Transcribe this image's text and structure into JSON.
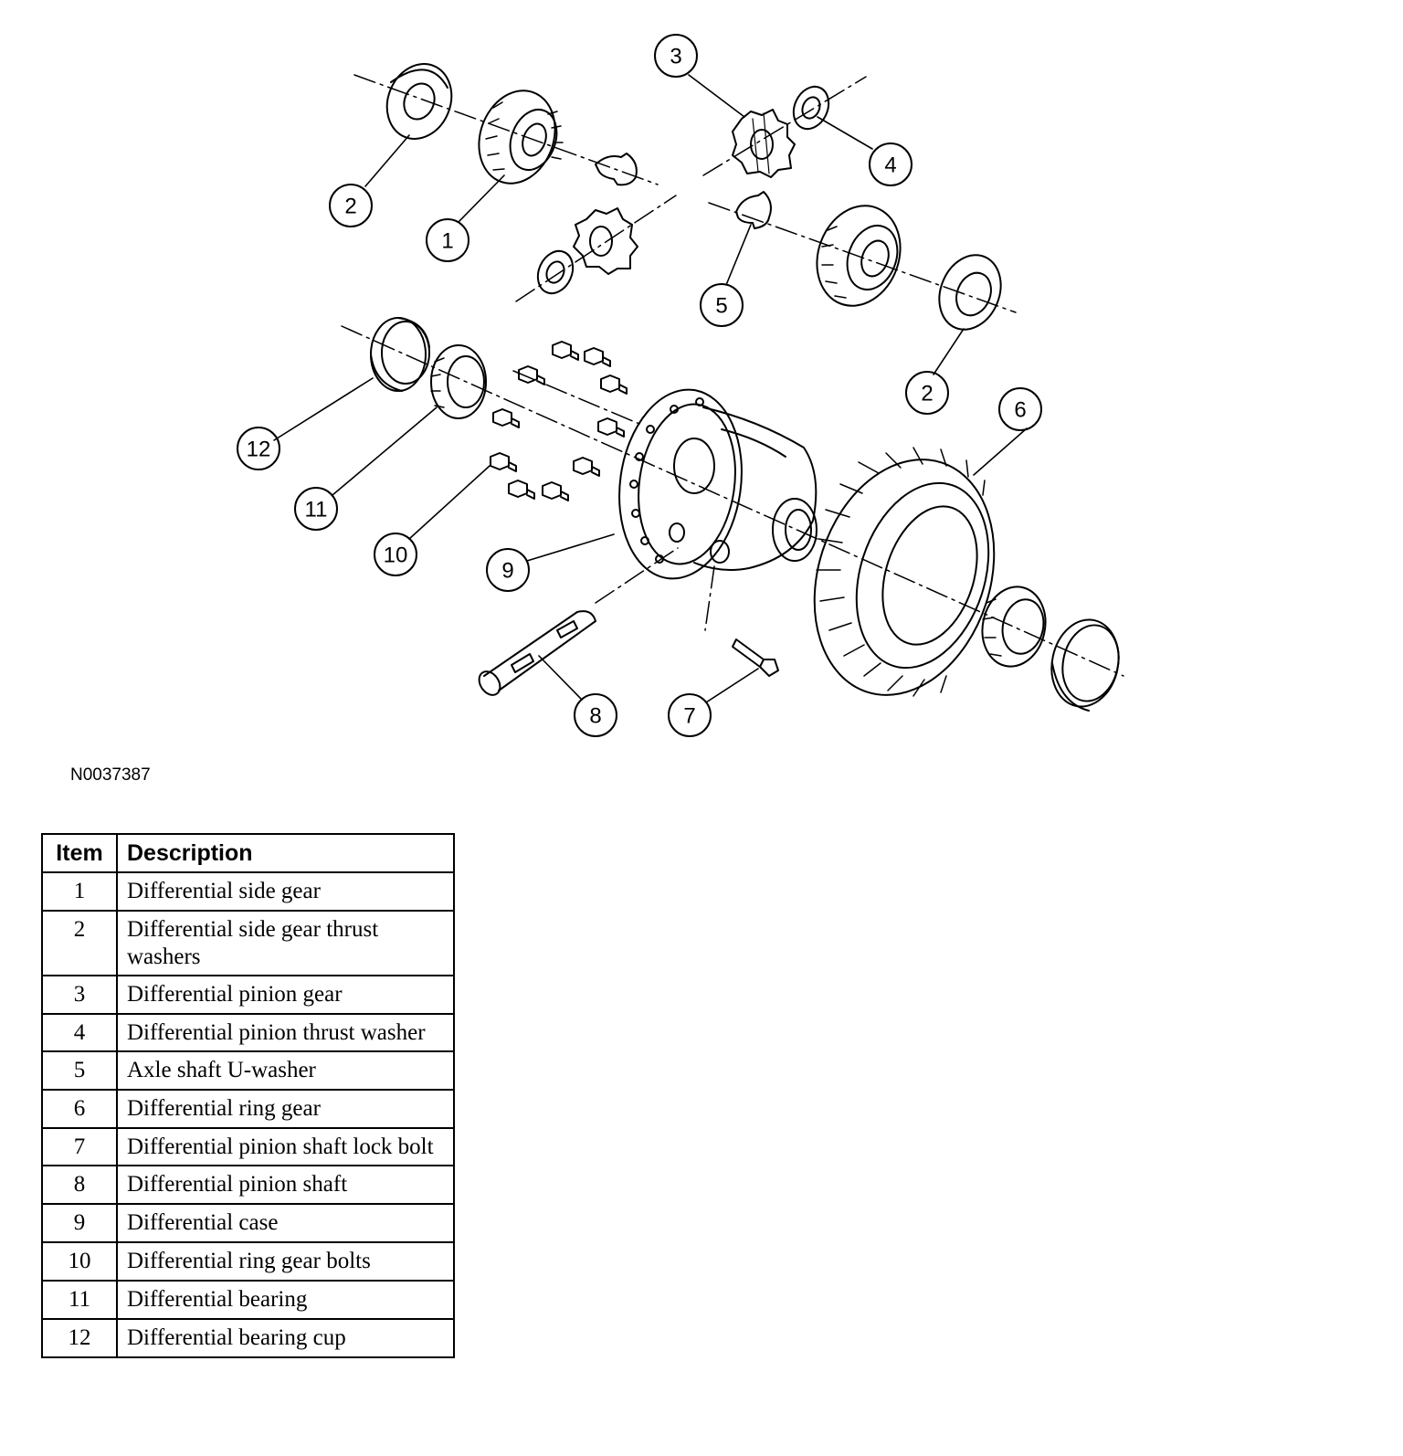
{
  "figure_id": "N0037387",
  "callouts": [
    "1",
    "2",
    "3",
    "4",
    "5",
    "2",
    "6",
    "7",
    "8",
    "9",
    "10",
    "11",
    "12"
  ],
  "legend": {
    "headers": {
      "item": "Item",
      "description": "Description"
    },
    "rows": [
      {
        "item": "1",
        "description": "Differential side gear"
      },
      {
        "item": "2",
        "description": "Differential side gear thrust washers"
      },
      {
        "item": "3",
        "description": "Differential pinion gear"
      },
      {
        "item": "4",
        "description": "Differential pinion thrust washer"
      },
      {
        "item": "5",
        "description": "Axle shaft U-washer"
      },
      {
        "item": "6",
        "description": "Differential ring gear"
      },
      {
        "item": "7",
        "description": "Differential pinion shaft lock bolt"
      },
      {
        "item": "8",
        "description": "Differential pinion shaft"
      },
      {
        "item": "9",
        "description": "Differential case"
      },
      {
        "item": "10",
        "description": "Differential ring gear bolts"
      },
      {
        "item": "11",
        "description": "Differential bearing"
      },
      {
        "item": "12",
        "description": "Differential bearing cup"
      }
    ]
  }
}
